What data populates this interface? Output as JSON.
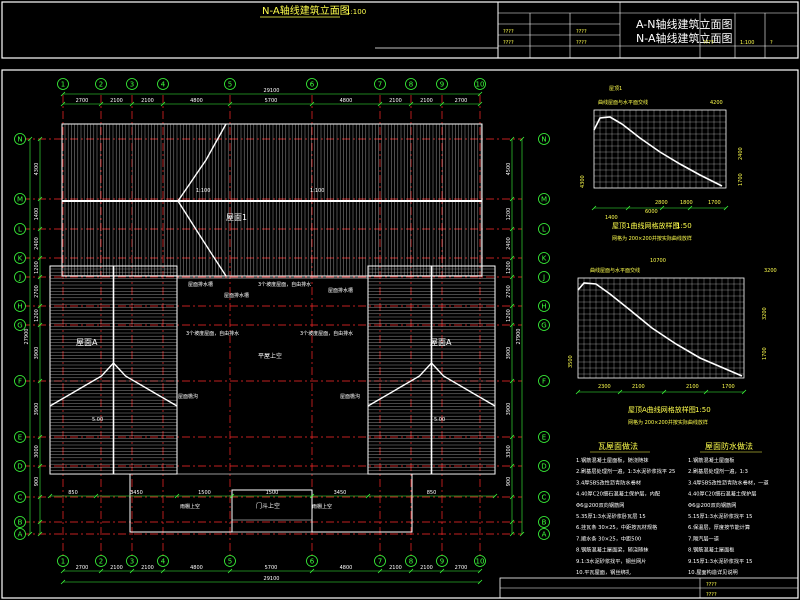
{
  "title_block": {
    "top_title": "N-A轴线建筑立面图",
    "top_scale": "1:100",
    "sheet_title_1": "A-N轴线建筑立面图",
    "sheet_title_2": "N-A轴线建筑立面图",
    "small_marks": [
      "????",
      "????",
      "????",
      "????",
      "1:100",
      "?",
      "????"
    ],
    "bottom_marks": [
      "????",
      "????"
    ]
  },
  "plan": {
    "grid_cols": [
      "1",
      "2",
      "3",
      "4",
      "5",
      "6",
      "7",
      "8",
      "9",
      "10"
    ],
    "grid_rows": [
      "N",
      "M",
      "L",
      "K",
      "J",
      "H",
      "G",
      "F",
      "E",
      "D",
      "C",
      "B",
      "A"
    ],
    "top_dims": [
      "2700",
      "2100",
      "2100",
      "4800",
      "5700",
      "4800",
      "2100",
      "2100",
      "2700"
    ],
    "total_dim": "29100",
    "right_dims": [
      "4500",
      "1200",
      "2400",
      "1200",
      "2700",
      "1200",
      "3900",
      "3900",
      "3300",
      "900"
    ],
    "right_total": "27900",
    "left_dims": [
      "4300",
      "1400",
      "2400",
      "1200",
      "2700",
      "1200",
      "3900",
      "3900",
      "3000",
      "900"
    ],
    "lower_dims": [
      "850",
      "3450",
      "1500",
      "1500",
      "3450",
      "850"
    ],
    "roof_labels": {
      "roof_1": "屋面1",
      "roof_a_left": "屋面A",
      "roof_a_right": "屋面A",
      "ridge": "1:100",
      "slope_1": "3个坡度屋面，自由排水",
      "slope_2": "3个坡度屋面，自由排水",
      "slope_3": "3个坡度屋面，自由排水",
      "gutter_l": "屋面排水槽",
      "gutter_r": "屋面排水槽",
      "gutter_m": "屋面排水槽",
      "eave_l": "屋面檐沟",
      "eave_r": "屋面檐沟",
      "center": "平屋上空",
      "door": "门斗上空",
      "porch_l": "雨棚上空",
      "porch_r": "雨棚上空",
      "slope_val_l": "5.00",
      "slope_val_r": "5.00"
    }
  },
  "section_1": {
    "caption": "屋顶1曲线网格放样图",
    "scale": "1:50",
    "note": "网格为 200×200并按实际曲线放样",
    "top_label": "屋顶1",
    "inner_label": "曲线屋面与水平面交线",
    "dims_bottom": [
      "1400",
      "2800",
      "1800",
      "1700"
    ],
    "dim_total": "6000",
    "dims_right": [
      "2400",
      "1700"
    ],
    "left_mark": "4300",
    "top_mark": "4200"
  },
  "section_2": {
    "caption": "屋顶A曲线网格放样图",
    "scale": "1:50",
    "note": "网格为 200×200并按实际曲线放样",
    "inner_label": "曲线屋面与水平面交线",
    "top_dim": "10700",
    "dims_bottom": [
      "2300",
      "2100",
      "2100",
      "1700"
    ],
    "dims_right": [
      "3200",
      "1700"
    ],
    "left_mark": "3500",
    "right_mark": "3200"
  },
  "notes": {
    "left_title": "瓦屋面做法",
    "right_title": "屋面防水做法",
    "left_lines": [
      "1.钢筋混凝土屋面板，随浇随抹",
      "2.刷基层处理剂一遍，1:3水泥砂浆找平 25",
      "3.4厚SBS改性沥青防水卷材",
      "4.40厚C20细石混凝土保护层，内配",
      "Φ6@200双向钢筋网",
      "5.35厚1:3水泥砂浆卧瓦层 15",
      "6.挂瓦条 30×25，中距按瓦材规格",
      "7.顺水条 30×25，中距500",
      "8.钢筋混凝土屋面梁，随浇随抹",
      "9.1:3水泥砂浆找平，钢丝网片",
      "10.平瓦屋面，钢丝绑扎"
    ],
    "right_lines": [
      "1.钢筋混凝土屋面板",
      "2.刷基层处理剂一遍，1:3",
      "3.4厚SBS改性沥青防水卷材，一道",
      "4.40厚C20细石混凝土保护层",
      "Φ6@200双向钢筋网",
      "5.15厚1:3水泥砂浆找平 15",
      "6.保温层，厚度按节能计算",
      "7.隔汽层一道",
      "8.钢筋混凝土屋面板",
      "9.15厚1:3水泥砂浆找平 15",
      "10.屋面构造详见说明"
    ]
  },
  "colors": {
    "frame": "#ffffff",
    "grid_red": "#ff2a2a",
    "dim_green": "#3cff3c",
    "text_yellow": "#ffff4d",
    "title_blue": "#8fa8ff",
    "grid_cyan": "#2de0ff"
  }
}
